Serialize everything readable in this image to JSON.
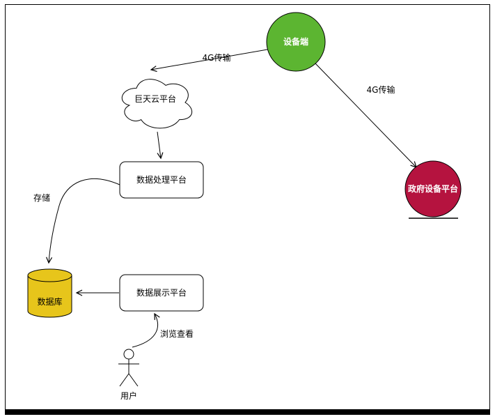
{
  "diagram": {
    "stroke_color": "#000000",
    "nodes": {
      "device": {
        "label": "设备端",
        "fill": "#5cb531",
        "stroke": "#4a9427",
        "text_color": "#ffffff",
        "shape": "circle"
      },
      "cloud": {
        "label": "巨天云平台",
        "fill": "#ffffff",
        "shape": "cloud"
      },
      "processing": {
        "label": "数据处理平台",
        "fill": "#ffffff",
        "shape": "rounded-rect"
      },
      "government": {
        "label": "政府设备平台",
        "fill": "#b5133f",
        "stroke": "#8e0e31",
        "text_color": "#ffffff",
        "shape": "circle"
      },
      "database": {
        "label": "数据库",
        "fill": "#e7c51b",
        "shape": "cylinder"
      },
      "display": {
        "label": "数据展示平台",
        "fill": "#ffffff",
        "shape": "rounded-rect"
      },
      "user": {
        "label": "用户",
        "shape": "actor"
      }
    },
    "edges": [
      {
        "id": "device-to-cloud",
        "from": "device",
        "to": "cloud",
        "label": "4G传输"
      },
      {
        "id": "device-to-government",
        "from": "device",
        "to": "government",
        "label": "4G传输"
      },
      {
        "id": "cloud-to-processing",
        "from": "cloud",
        "to": "processing",
        "label": ""
      },
      {
        "id": "processing-to-database",
        "from": "processing",
        "to": "database",
        "label": "存储"
      },
      {
        "id": "display-to-database",
        "from": "display",
        "to": "database",
        "label": ""
      },
      {
        "id": "user-to-display",
        "from": "user",
        "to": "display",
        "label": "浏览查看"
      }
    ]
  }
}
